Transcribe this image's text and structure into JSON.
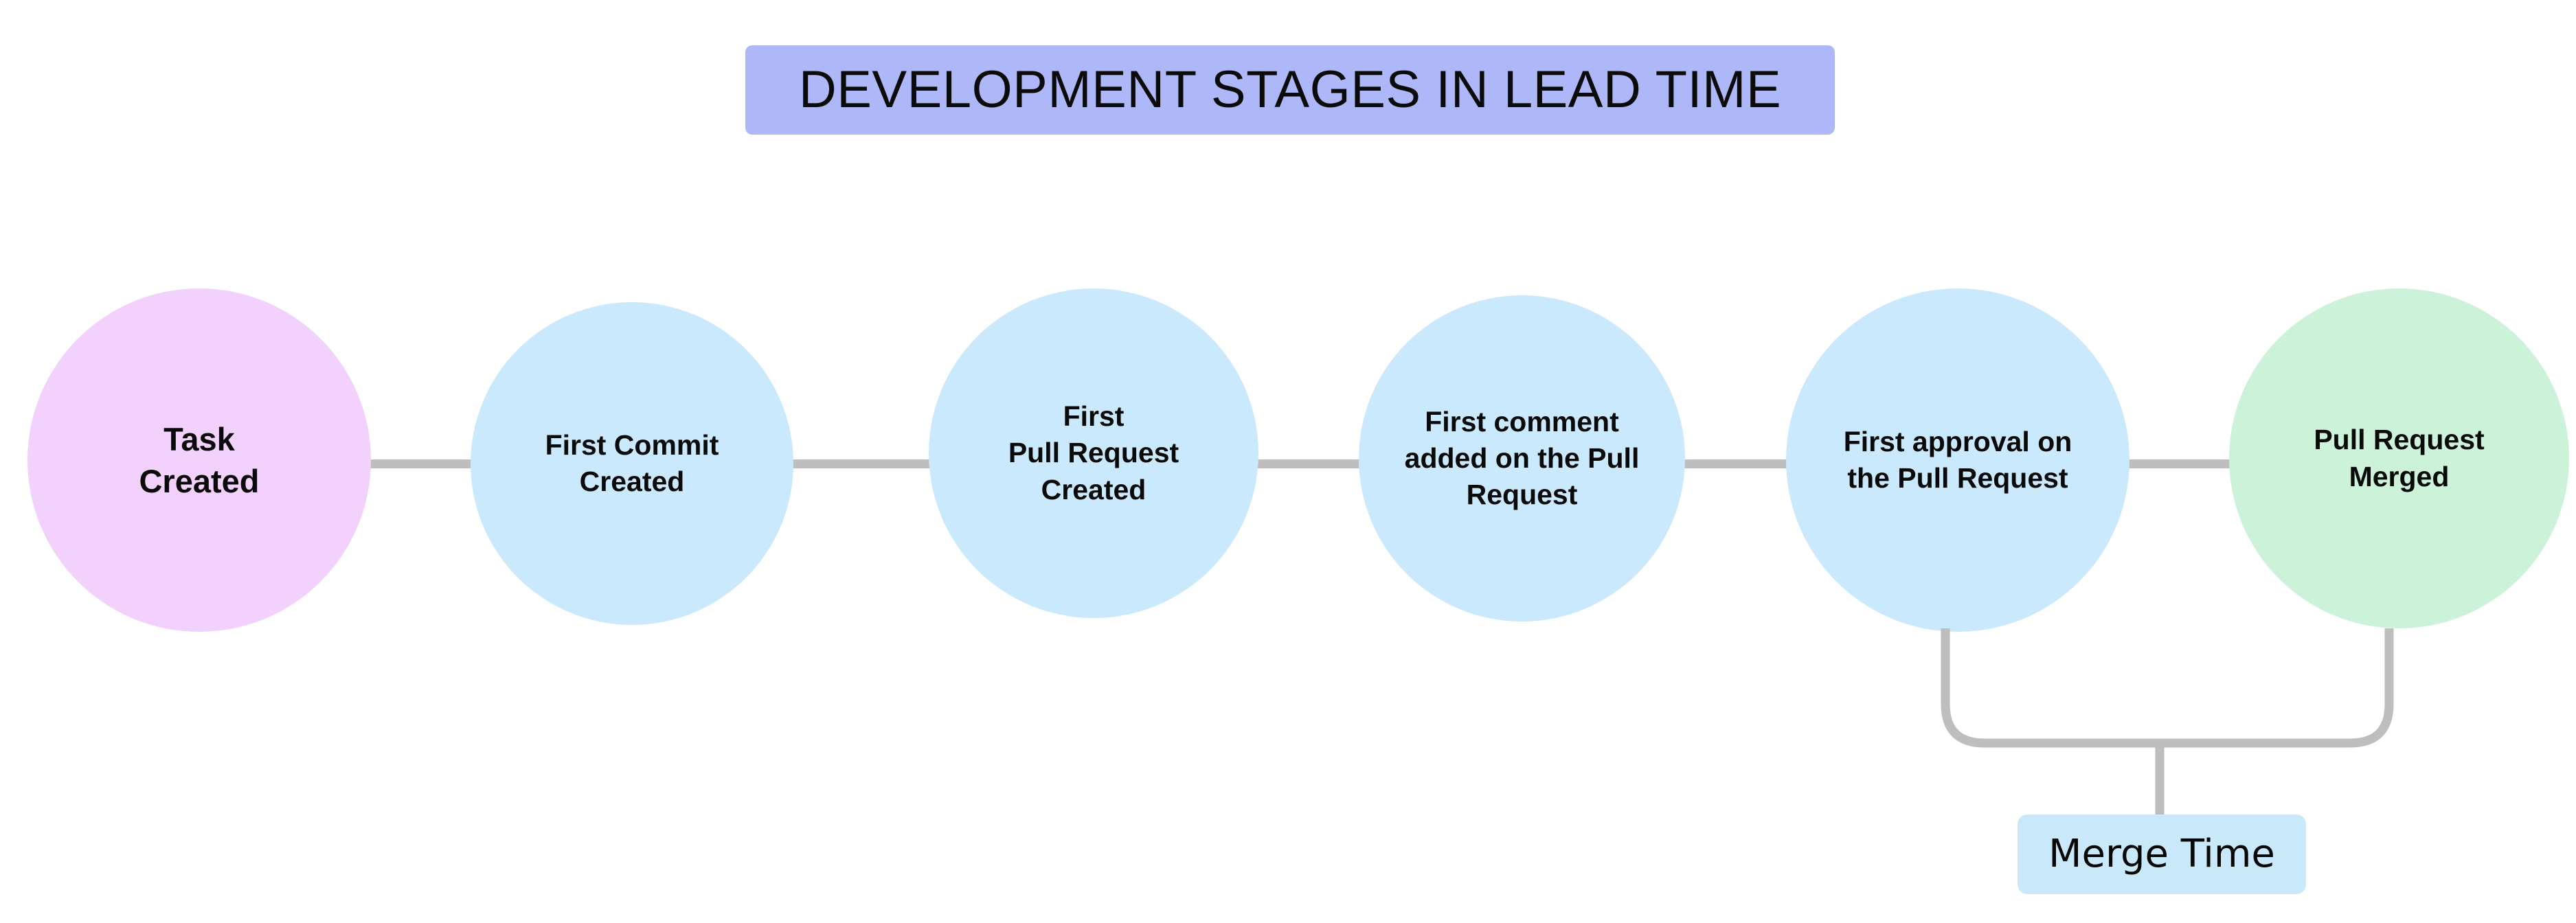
{
  "diagram": {
    "title": "DEVELOPMENT STAGES IN LEAD TIME",
    "title_bg_color": "#aeb8f8",
    "background_color": "#ffffff",
    "connector_color": "#bebebe",
    "stages": [
      {
        "id": "task-created",
        "label": "Task\nCreated",
        "color": "#f2d2fc",
        "color_name": "pink"
      },
      {
        "id": "first-commit-created",
        "label": "First Commit\nCreated",
        "color": "#cbe9fd",
        "color_name": "blue"
      },
      {
        "id": "first-pull-request-created",
        "label": "First\nPull Request\nCreated",
        "color": "#cbe9fd",
        "color_name": "blue"
      },
      {
        "id": "first-comment-on-pull-request",
        "label": "First comment\nadded on the Pull\nRequest",
        "color": "#cbe9fd",
        "color_name": "blue"
      },
      {
        "id": "first-approval-on-pull-request",
        "label": "First approval on\nthe Pull Request",
        "color": "#cbe9fd",
        "color_name": "blue"
      },
      {
        "id": "pull-request-merged",
        "label": "Pull Request\nMerged",
        "color": "#ccf2da",
        "color_name": "green"
      }
    ],
    "annotations": [
      {
        "id": "merge-time",
        "label": "Merge Time",
        "bg_color": "#c9e9fb",
        "spans_from": "first-approval-on-pull-request",
        "spans_to": "pull-request-merged"
      }
    ]
  }
}
